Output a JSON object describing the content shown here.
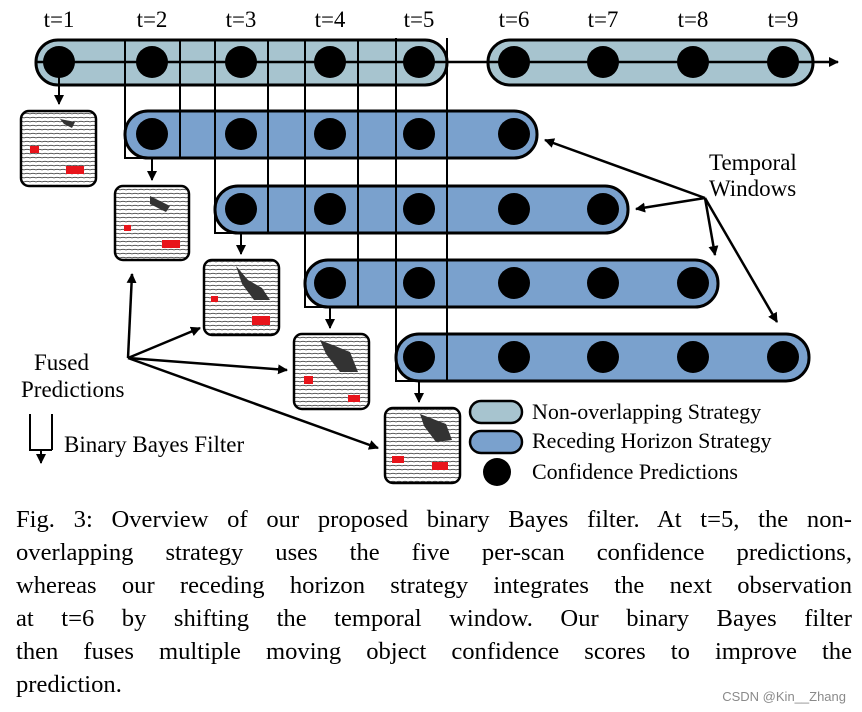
{
  "time_steps": [
    "t=1",
    "t=2",
    "t=3",
    "t=4",
    "t=5",
    "t=6",
    "t=7",
    "t=8",
    "t=9"
  ],
  "labels": {
    "temporal_windows_line1": "Temporal",
    "temporal_windows_line2": "Windows",
    "fused_predictions_line1": "Fused",
    "fused_predictions_line2": "Predictions",
    "binary_bayes_filter": "Binary Bayes Filter"
  },
  "legend": {
    "non_overlapping": "Non-overlapping Strategy",
    "receding_horizon": "Receding Horizon Strategy",
    "confidence_predictions": "Confidence Predictions"
  },
  "colors": {
    "non_overlapping_fill": "#a7c4cf",
    "receding_horizon_fill": "#7aa1cd",
    "node": "#000000"
  },
  "caption": {
    "line1": "Fig. 3: Overview of our proposed binary Bayes filter. At t=5, the non-",
    "line2": "overlapping strategy uses the five per-scan confidence predictions,",
    "line3": "whereas our receding horizon strategy integrates the next observation",
    "line4": "at t=6 by shifting the temporal window. Our binary Bayes filter",
    "line5": "then fuses multiple moving object confidence scores to improve the",
    "line6": "prediction."
  },
  "watermark": "CSDN @Kin__Zhang"
}
